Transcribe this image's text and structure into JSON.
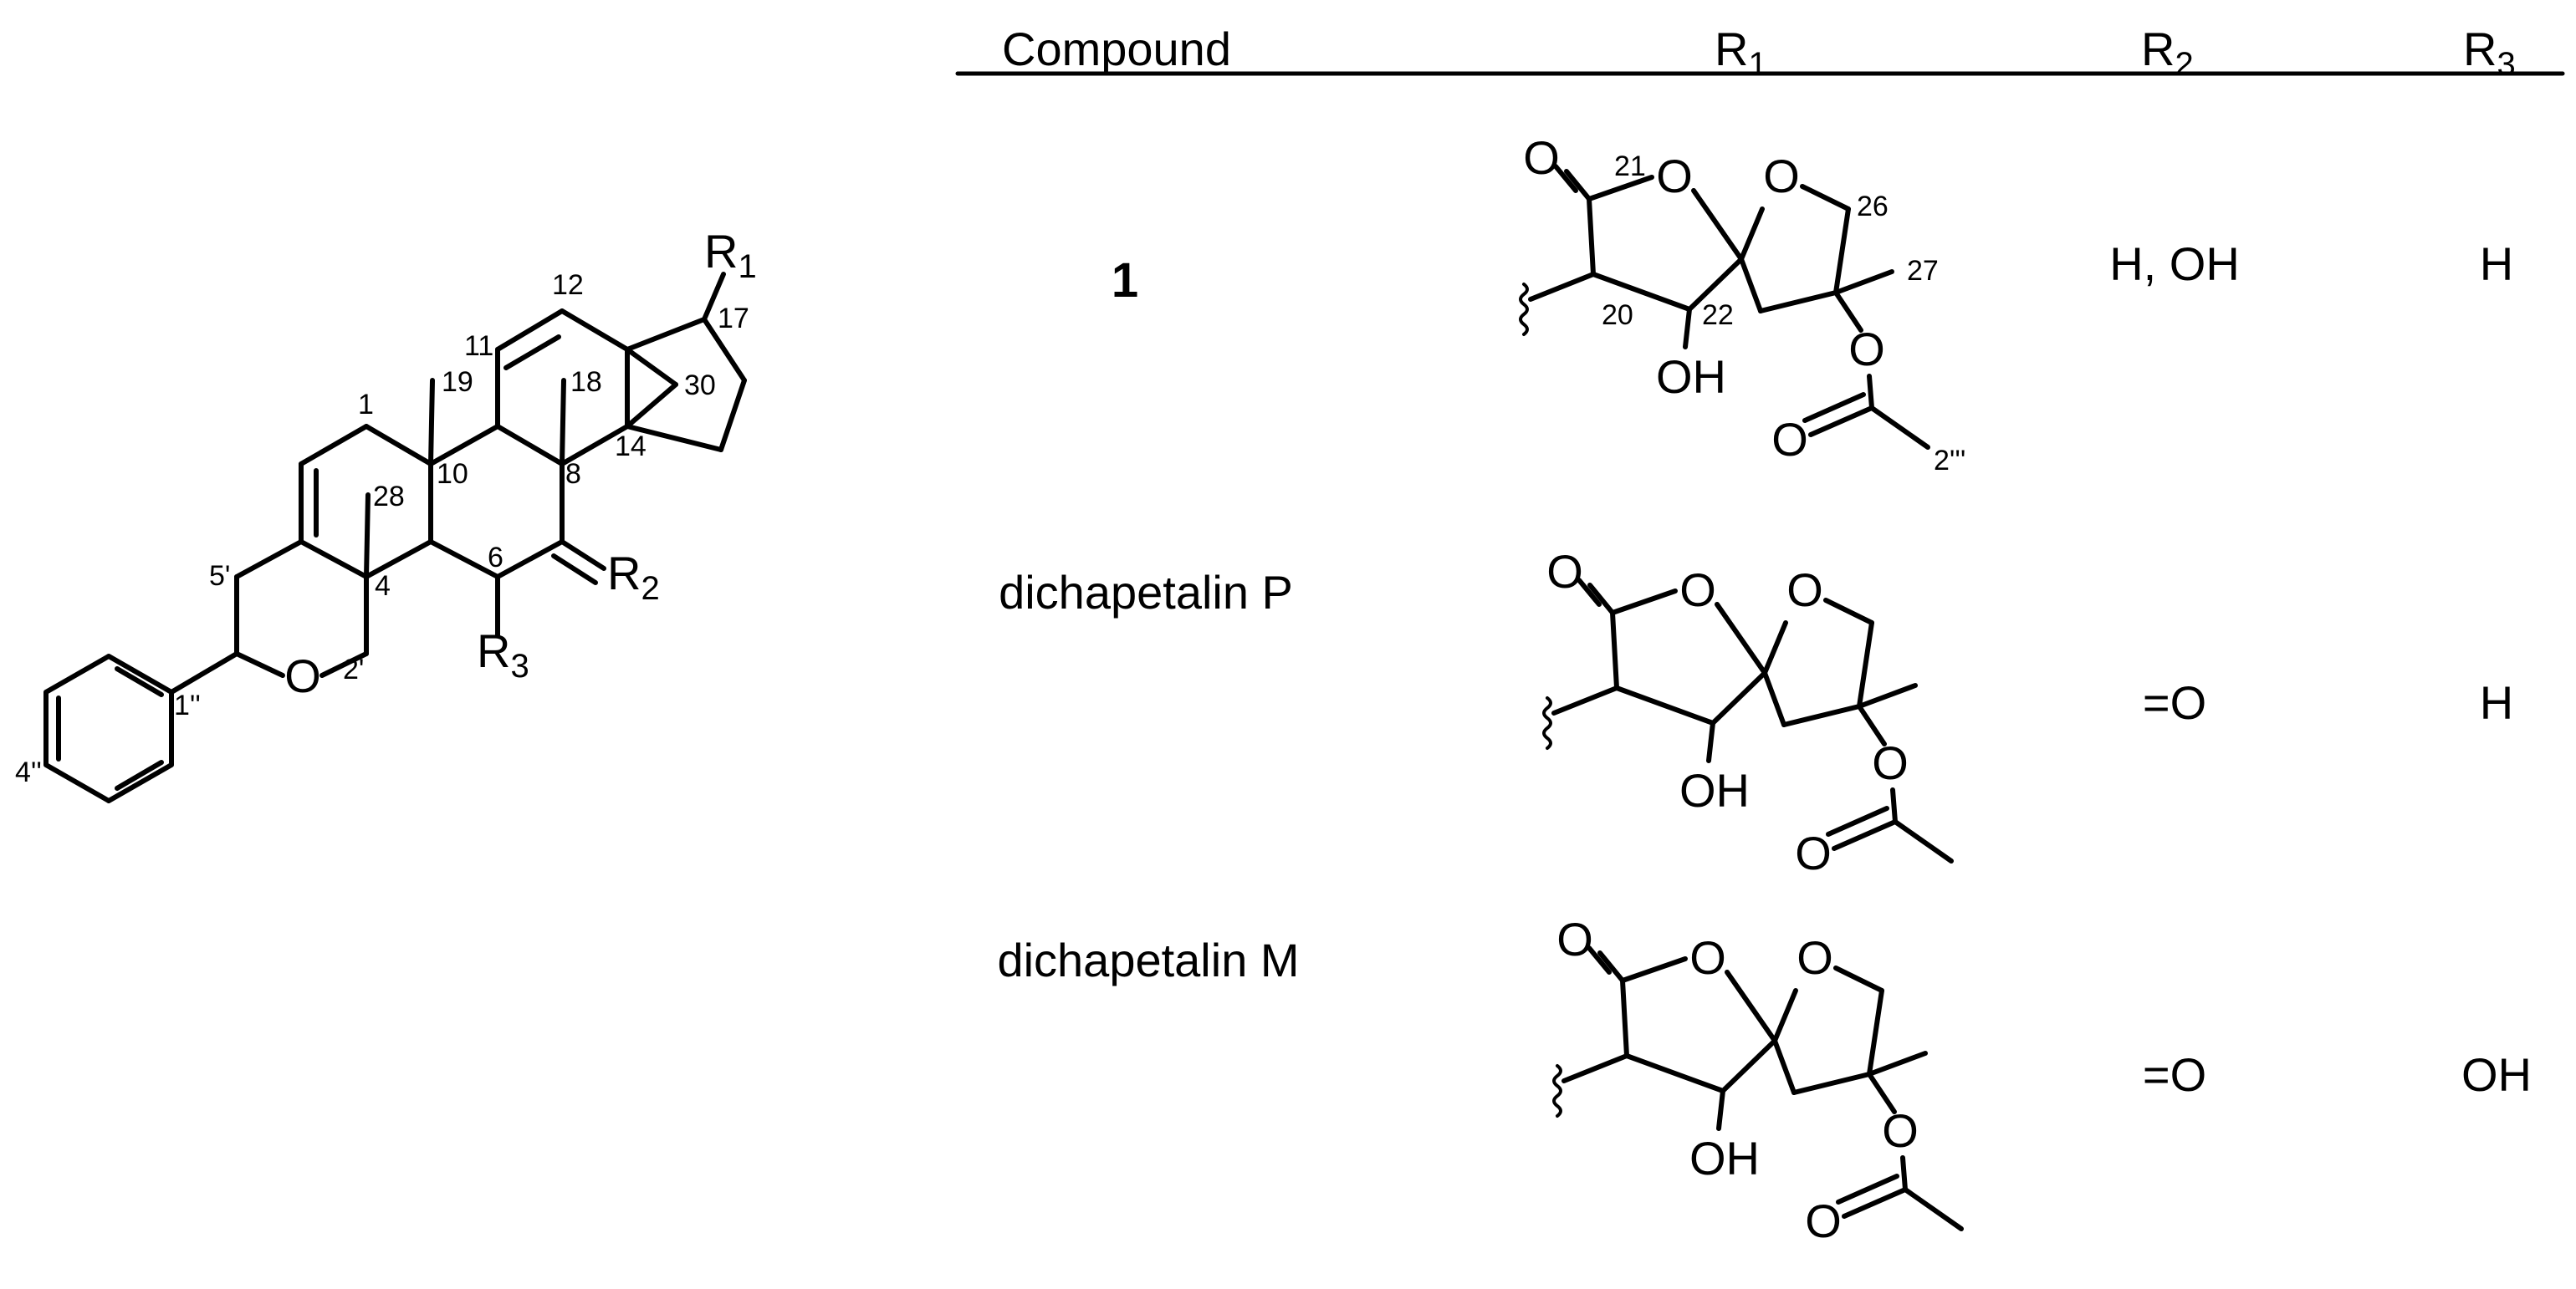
{
  "table": {
    "headers": {
      "compound": "Compound",
      "r1": "R",
      "r1_sub": "1",
      "r2": "R",
      "r2_sub": "2",
      "r3": "R",
      "r3_sub": "3"
    },
    "rows": [
      {
        "compound": "1",
        "r2": "H, OH",
        "r3": "H"
      },
      {
        "compound": "dichapetalin P",
        "r2": "=O",
        "r3": "H"
      },
      {
        "compound": "dichapetalin M",
        "r2": "=O",
        "r3": "OH"
      }
    ]
  },
  "scaffold": {
    "atoms": {
      "o_pyran": "O",
      "r1": "R",
      "r1_sub": "1",
      "r2": "R",
      "r2_sub": "2",
      "r3": "R",
      "r3_sub": "3"
    },
    "numbers": [
      "1",
      "19",
      "11",
      "12",
      "17",
      "30",
      "18",
      "28",
      "10",
      "8",
      "14",
      "5'",
      "4",
      "6",
      "2'",
      "1''",
      "4''"
    ]
  },
  "side_chain": {
    "atoms": {
      "carbonyl_o": "O",
      "ring_o": "O",
      "thf_o": "O",
      "oh": "OH",
      "ester_o": "O",
      "acetyl_o": "O"
    },
    "numbers": [
      "21",
      "26",
      "27",
      "20",
      "22",
      "2'''"
    ]
  }
}
